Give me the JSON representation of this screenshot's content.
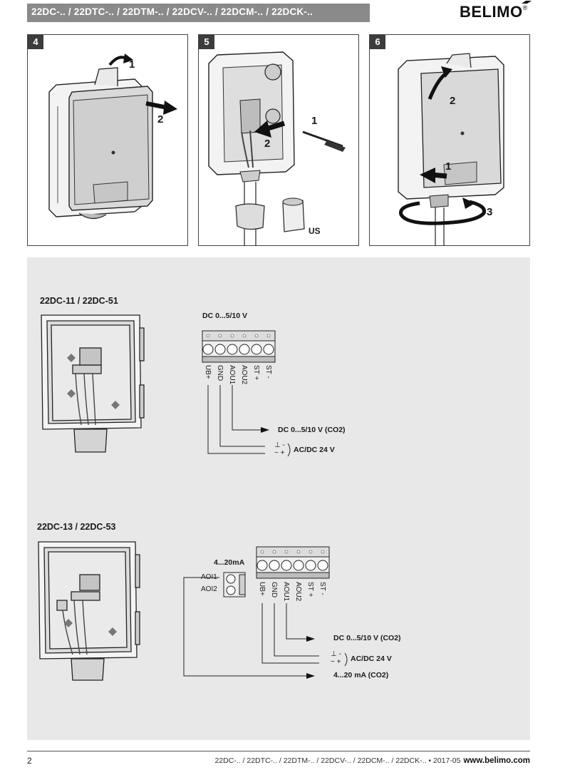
{
  "header": {
    "title": "22DC-.. / 22DTC-.. / 22DTM-.. / 22DCV-.. / 22DCM-.. / 22DCK-..",
    "logo": "BELIMO",
    "logo_mark": "®"
  },
  "steps": [
    {
      "number": "4",
      "callouts": [
        "1",
        "2"
      ]
    },
    {
      "number": "5",
      "callouts": [
        "1",
        "2"
      ],
      "extra_label": "US"
    },
    {
      "number": "6",
      "callouts": [
        "2",
        "1",
        "3"
      ]
    }
  ],
  "wiring": {
    "diagram_1": {
      "model": "22DC-11 / 22DC-51",
      "supply_header": "DC 0...5/10 V",
      "terminals": [
        "UB+",
        "GND",
        "AOU1",
        "AOU2",
        "ST +",
        "ST -"
      ],
      "output_label": "DC 0...5/10 V (CO2)",
      "ground_sym": "⊥ -",
      "ac_sym": "~ +",
      "power_label": "AC/DC 24 V"
    },
    "diagram_2": {
      "model": "22DC-13 / 22DC-53",
      "current_header": "4...20mA",
      "aoi_terminals": [
        "AOI1",
        "AOI2"
      ],
      "terminals": [
        "UB+",
        "GND",
        "AOU1",
        "AOU2",
        "ST +",
        "ST -"
      ],
      "output_label": "DC 0...5/10 V (CO2)",
      "ground_sym": "⊥ -",
      "ac_sym": "~ +",
      "power_label": "AC/DC 24 V",
      "current_output_label": "4...20 mA (CO2)"
    }
  },
  "footer": {
    "page_number": "2",
    "doc_info": "22DC-.. / 22DTC-.. / 22DTM-.. / 22DCV-.. / 22DCM-.. / 22DCK-.. • 2017-05",
    "url": "www.belimo.com"
  }
}
